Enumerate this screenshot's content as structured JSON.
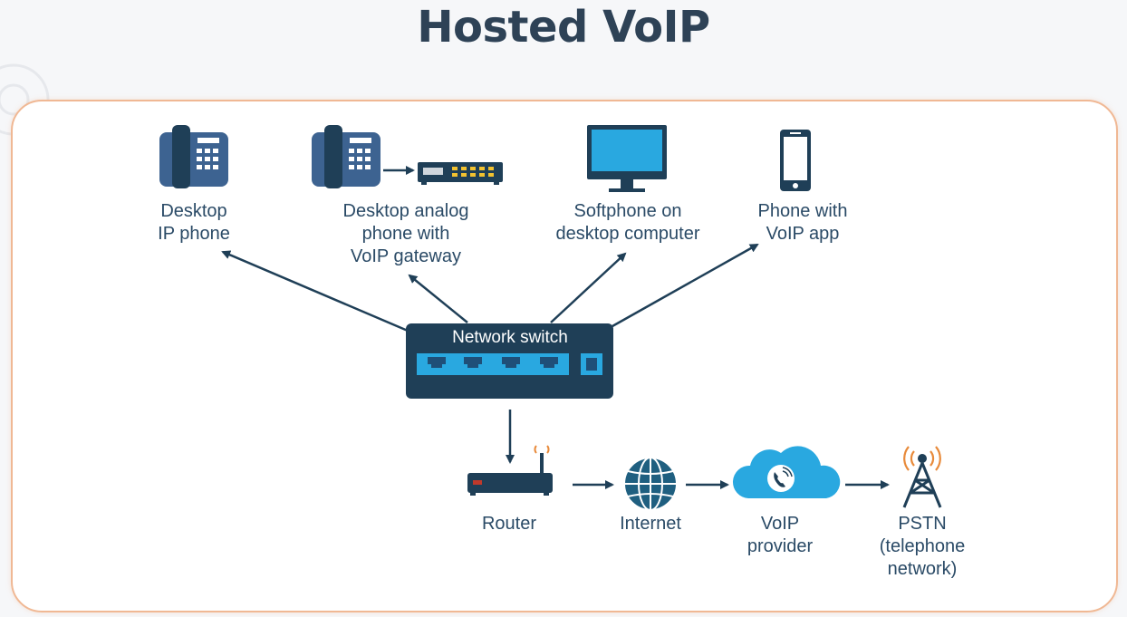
{
  "title": "Hosted VoIP",
  "colors": {
    "dark_blue": "#1f3f57",
    "phone_blue": "#3d6391",
    "arrow": "#1f3f57",
    "cloud": "#29a8e0",
    "panel_border": "#f0b894",
    "signal_orange": "#e88a3a"
  },
  "nodes": {
    "desktop_ip_phone": {
      "label": "Desktop\nIP phone",
      "icon": "desk-phone-icon"
    },
    "analog_phone": {
      "label": "Desktop analog\nphone with\nVoIP gateway",
      "icon": "desk-phone-icon"
    },
    "softphone": {
      "label": "Softphone on\ndesktop computer",
      "icon": "monitor-icon"
    },
    "mobile": {
      "label": "Phone with\nVoIP app",
      "icon": "smartphone-icon"
    },
    "network_switch": {
      "label": "Network switch",
      "icon": "network-switch-icon"
    },
    "router": {
      "label": "Router",
      "icon": "router-icon"
    },
    "internet": {
      "label": "Internet",
      "icon": "globe-icon"
    },
    "voip_provider": {
      "label": "VoIP\nprovider",
      "icon": "cloud-phone-icon"
    },
    "pstn": {
      "label": "PSTN\n(telephone\nnetwork)",
      "icon": "cell-tower-icon"
    }
  }
}
